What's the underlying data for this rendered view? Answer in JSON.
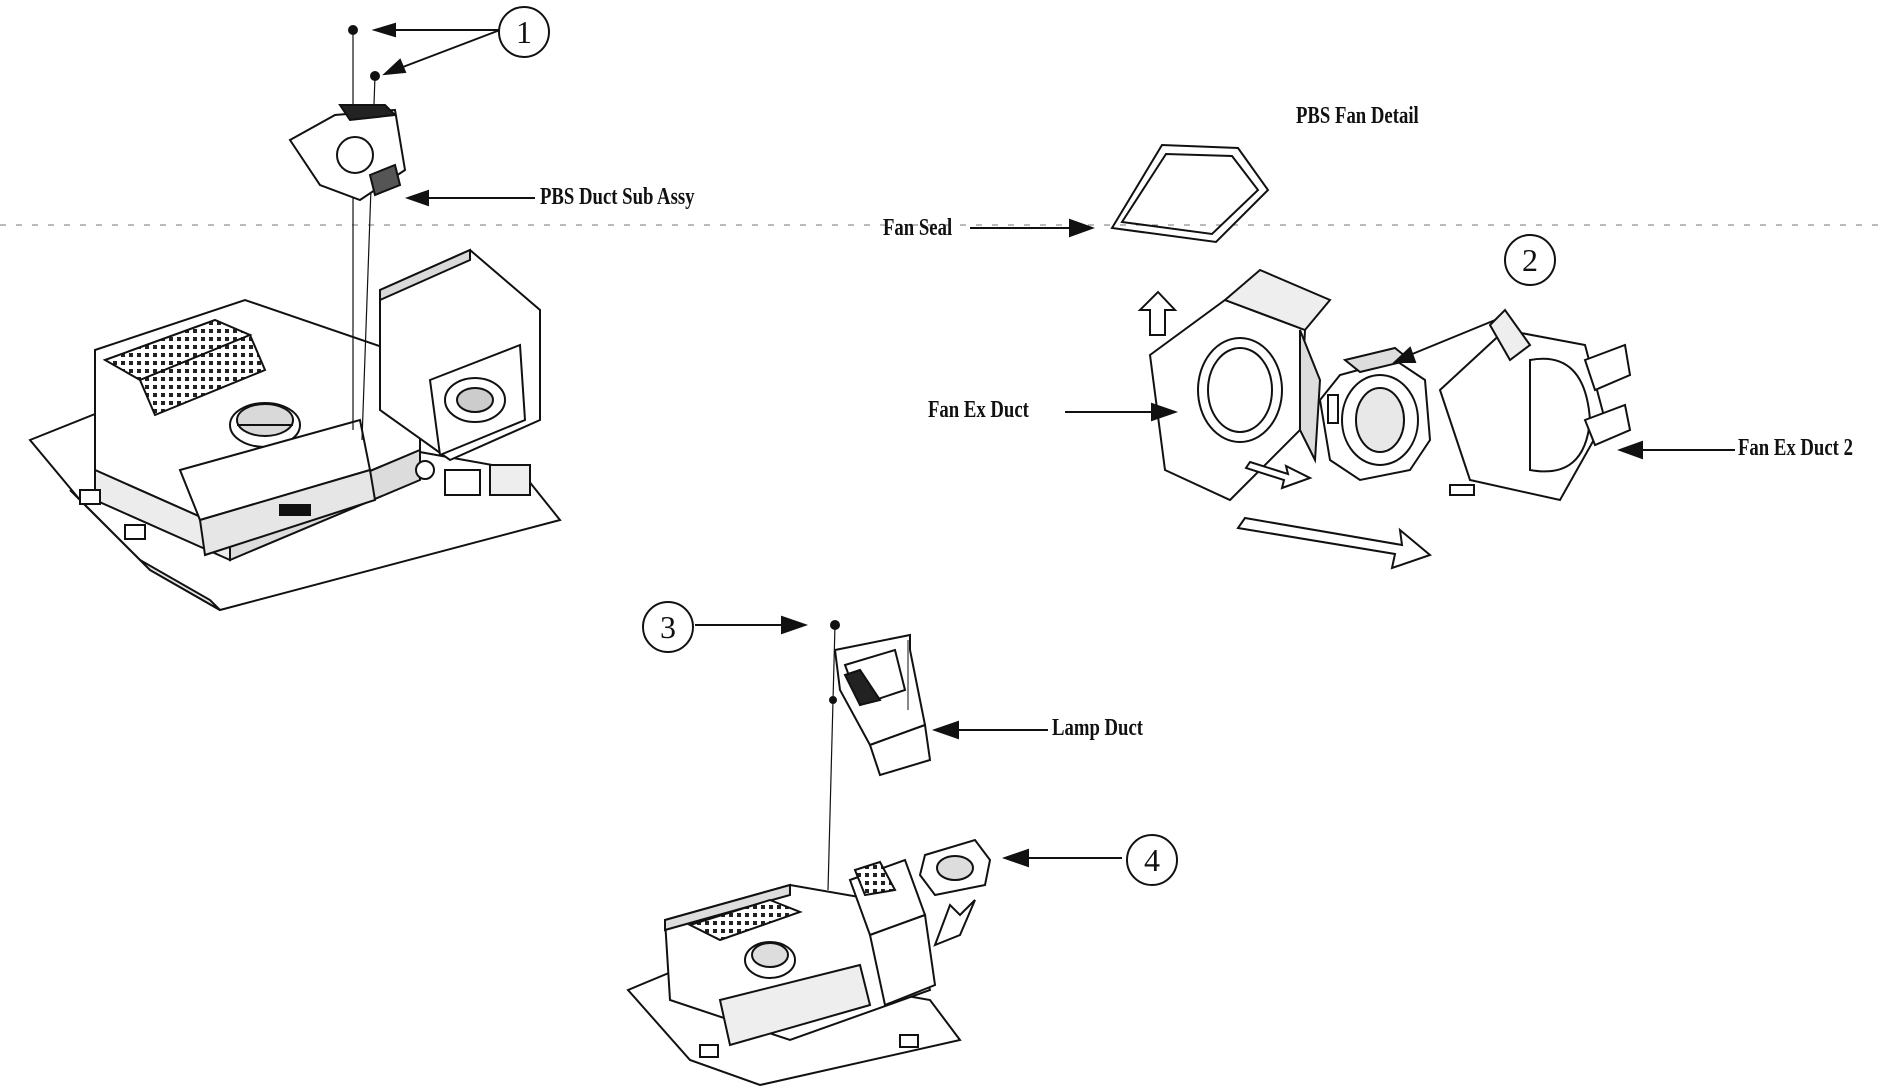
{
  "labels": {
    "pbs_fan_detail": "PBS Fan Detail",
    "pbs_duct_sub_assy": "PBS Duct Sub Assy",
    "fan_seal": "Fan Seal",
    "fan_ex_duct": "Fan Ex Duct",
    "fan_ex_duct_2": "Fan Ex Duct 2",
    "lamp_duct": "Lamp Duct"
  },
  "callouts": {
    "c1": "1",
    "c2": "2",
    "c3": "3",
    "c4": "4"
  },
  "colors": {
    "line": "#111111",
    "paper": "#ffffff",
    "shade": "#d9d9d9"
  }
}
